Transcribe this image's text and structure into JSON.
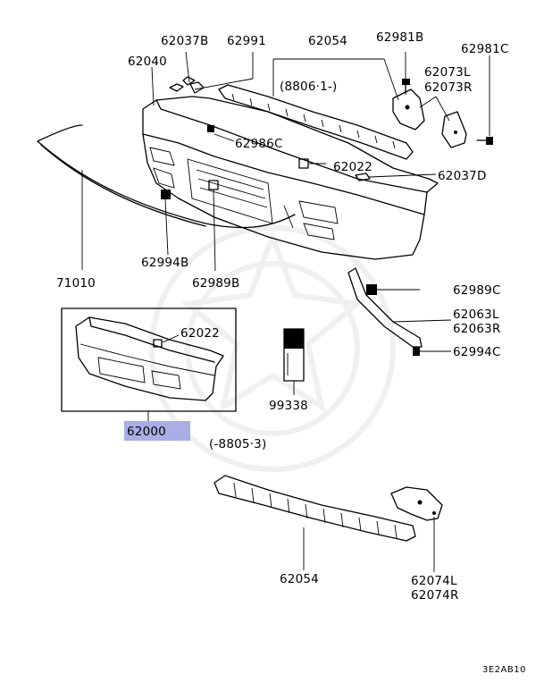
{
  "diagram": {
    "labels": {
      "p62037B": "62037B",
      "p62991": "62991",
      "p62054_top": "62054",
      "p62981B": "62981B",
      "p62981C": "62981C",
      "p62040": "62040",
      "date_top": "(8806·1-)",
      "p62073L": "62073L",
      "p62073R": "62073R",
      "p62986C": "62986C",
      "p62022_top": "62022",
      "p62037D": "62037D",
      "p62994B": "62994B",
      "p62989B": "62989B",
      "p71010": "71010",
      "p62989C": "62989C",
      "p62063L": "62063L",
      "p62063R": "62063R",
      "p62994C": "62994C",
      "p62022_box": "62022",
      "p99338": "99338",
      "p62000": "62000",
      "date_bottom": "(-8805·3)",
      "p62054_bottom": "62054",
      "p62074L": "62074L",
      "p62074R": "62074R"
    },
    "highlight_color": "#a9aee6",
    "diagram_code": "3E2AB10"
  }
}
